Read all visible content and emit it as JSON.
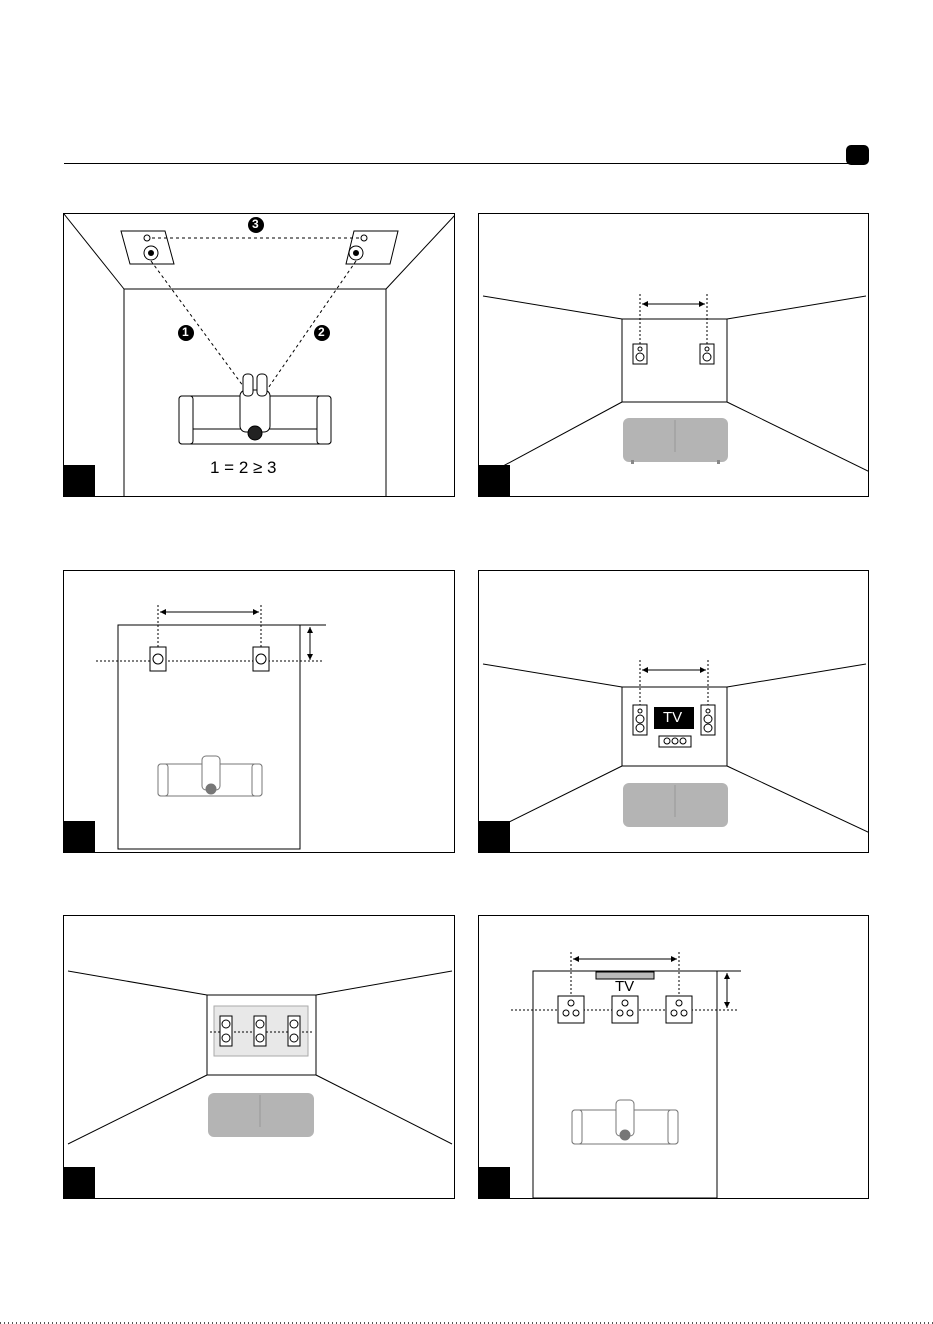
{
  "header": {
    "tab_color": "#000000"
  },
  "panel1": {
    "marker_1": "1",
    "marker_2": "2",
    "marker_3": "3",
    "formula": "1   = 2 ≥   3"
  },
  "panel4": {
    "tv_label": "TV"
  },
  "panel6": {
    "tv_label": "TV"
  },
  "colors": {
    "sofa_gray": "#b4b4b4",
    "line": "#000000"
  }
}
